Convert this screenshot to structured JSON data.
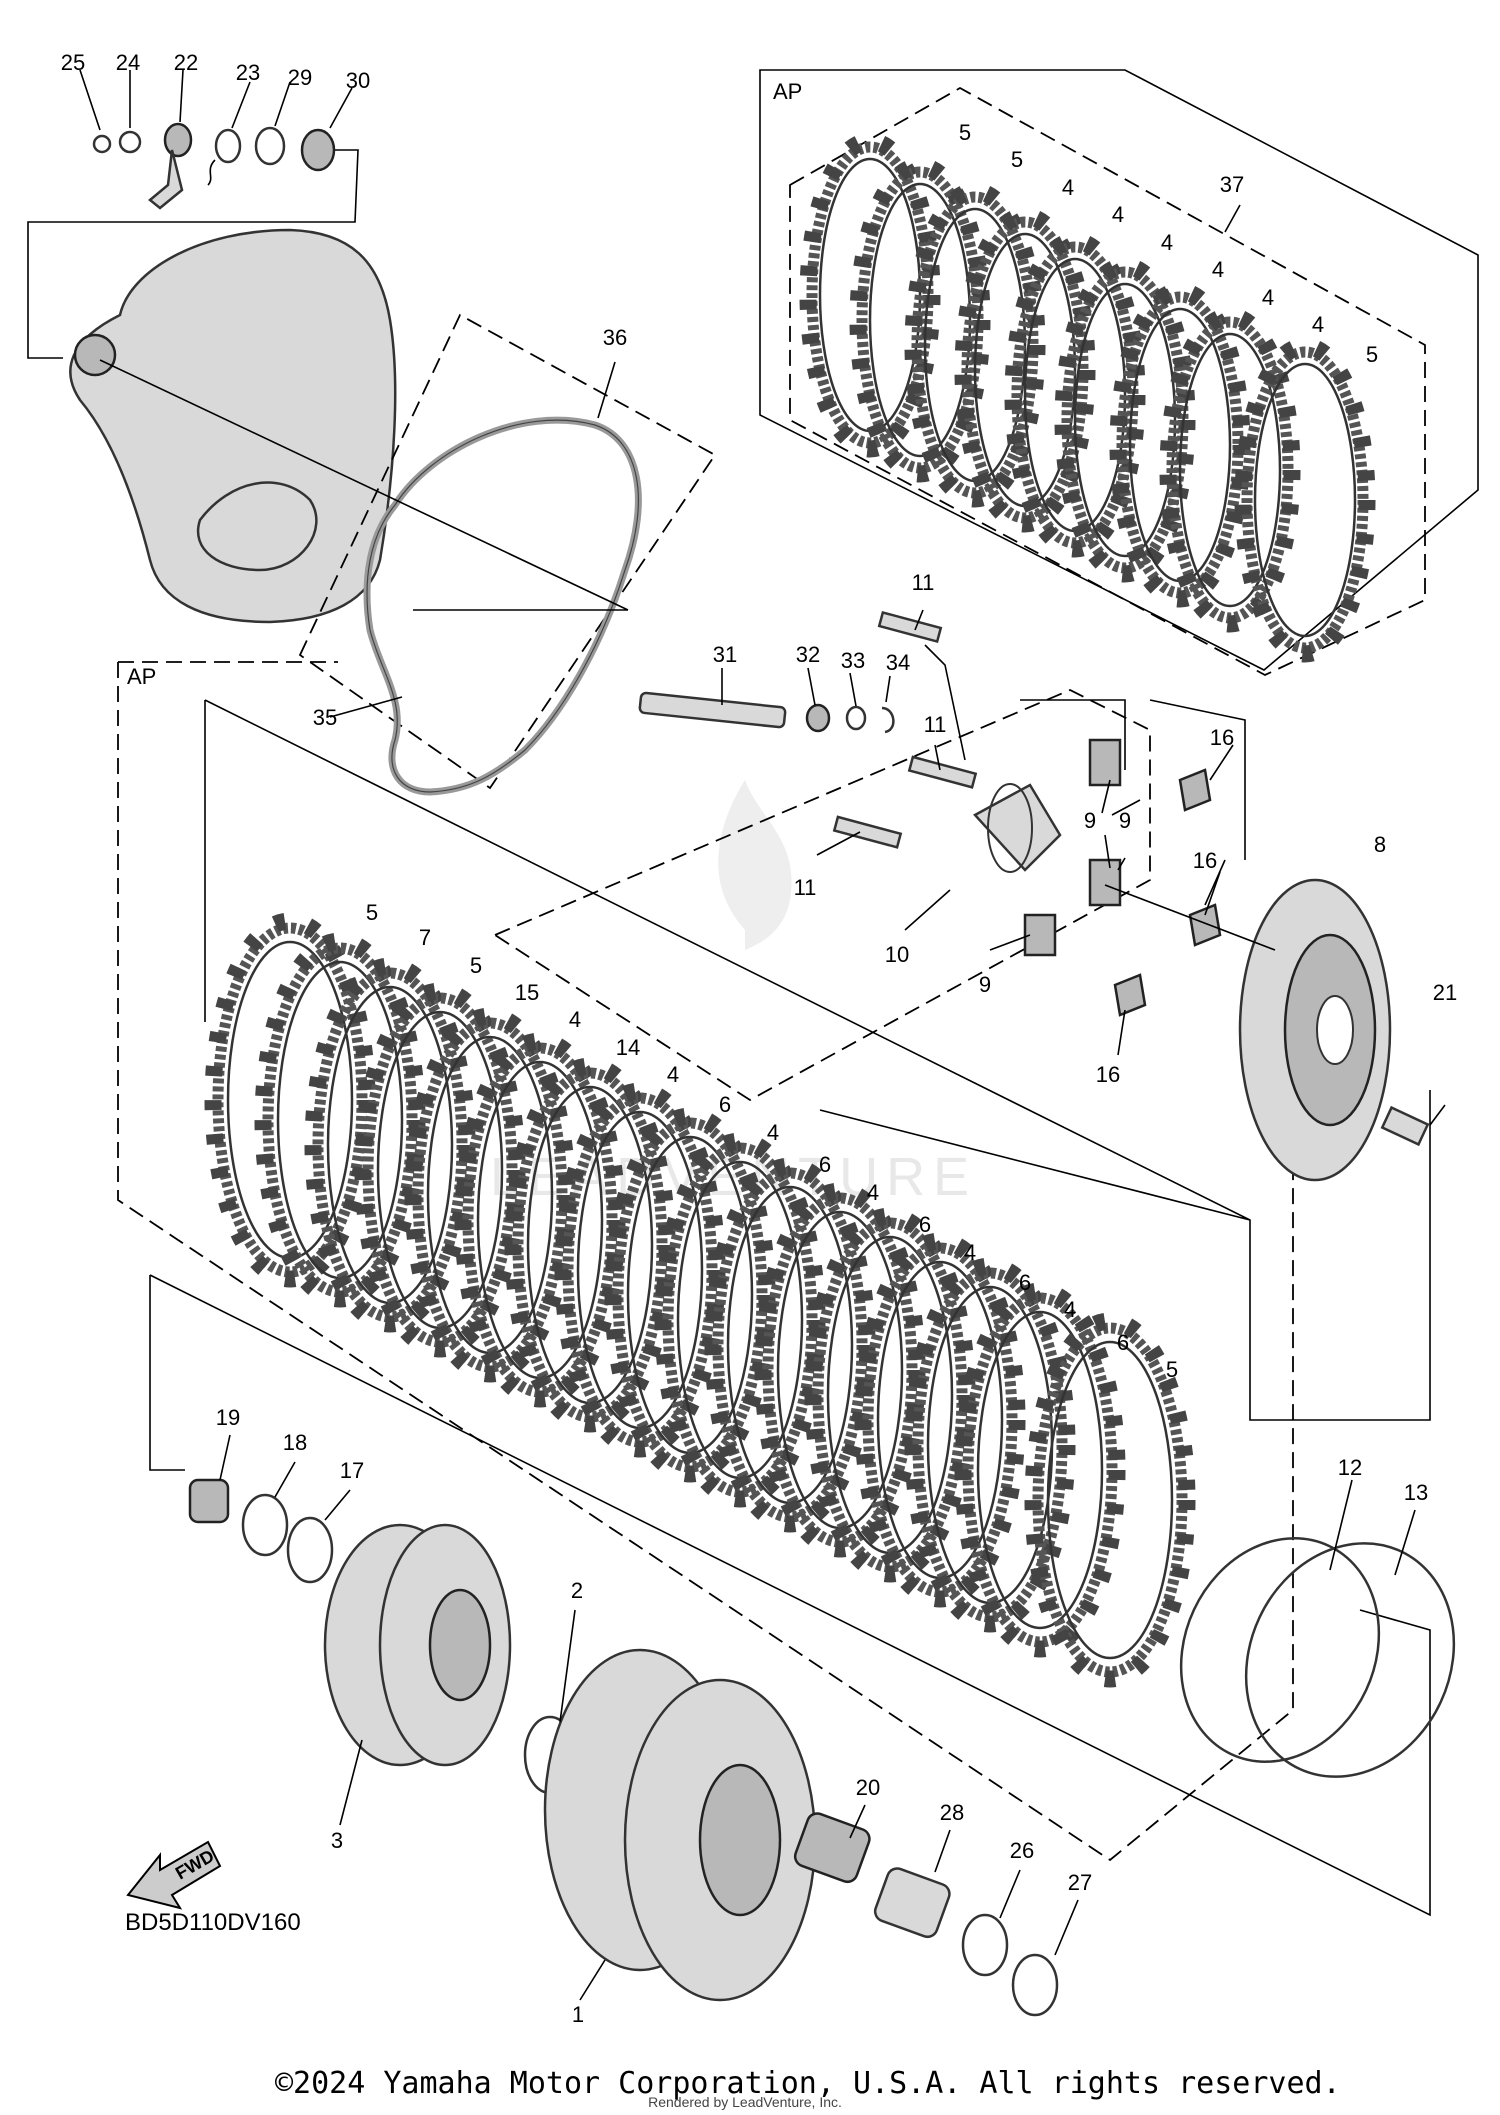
{
  "diagram": {
    "code": "BD5D110DV160",
    "copyright": "©2024 Yamaha Motor Corporation, U.S.A. All rights reserved.",
    "rendered_by": "Rendered by LeadVenture, Inc.",
    "fwd_label": "FWD",
    "watermark": "LEADVENTURE",
    "ap_labels": [
      "AP",
      "AP"
    ],
    "callouts": [
      {
        "id": "c25",
        "text": "25"
      },
      {
        "id": "c24",
        "text": "24"
      },
      {
        "id": "c22",
        "text": "22"
      },
      {
        "id": "c23",
        "text": "23"
      },
      {
        "id": "c29",
        "text": "29"
      },
      {
        "id": "c30",
        "text": "30"
      },
      {
        "id": "c36",
        "text": "36"
      },
      {
        "id": "c35",
        "text": "35"
      },
      {
        "id": "c31",
        "text": "31"
      },
      {
        "id": "c32",
        "text": "32"
      },
      {
        "id": "c33",
        "text": "33"
      },
      {
        "id": "c34",
        "text": "34"
      },
      {
        "id": "c11a",
        "text": "11"
      },
      {
        "id": "c11b",
        "text": "11"
      },
      {
        "id": "c11c",
        "text": "11"
      },
      {
        "id": "c9a",
        "text": "9"
      },
      {
        "id": "c9b",
        "text": "9"
      },
      {
        "id": "c9c",
        "text": "9"
      },
      {
        "id": "c10",
        "text": "10"
      },
      {
        "id": "c8",
        "text": "8"
      },
      {
        "id": "c16a",
        "text": "16"
      },
      {
        "id": "c16b",
        "text": "16"
      },
      {
        "id": "c16c",
        "text": "16"
      },
      {
        "id": "c21",
        "text": "21"
      },
      {
        "id": "c37",
        "text": "37"
      },
      {
        "id": "t5a",
        "text": "5"
      },
      {
        "id": "t5b",
        "text": "5"
      },
      {
        "id": "t4a",
        "text": "4"
      },
      {
        "id": "t4b",
        "text": "4"
      },
      {
        "id": "t4c",
        "text": "4"
      },
      {
        "id": "t4d",
        "text": "4"
      },
      {
        "id": "t4e",
        "text": "4"
      },
      {
        "id": "t4f",
        "text": "4"
      },
      {
        "id": "t5c",
        "text": "5"
      },
      {
        "id": "m5a",
        "text": "5"
      },
      {
        "id": "m7",
        "text": "7"
      },
      {
        "id": "m5b",
        "text": "5"
      },
      {
        "id": "m15",
        "text": "15"
      },
      {
        "id": "m4a",
        "text": "4"
      },
      {
        "id": "m14",
        "text": "14"
      },
      {
        "id": "m4b",
        "text": "4"
      },
      {
        "id": "m6a",
        "text": "6"
      },
      {
        "id": "m4c",
        "text": "4"
      },
      {
        "id": "m6b",
        "text": "6"
      },
      {
        "id": "m4d",
        "text": "4"
      },
      {
        "id": "m6c",
        "text": "6"
      },
      {
        "id": "m4e",
        "text": "4"
      },
      {
        "id": "m6d",
        "text": "6"
      },
      {
        "id": "m4f",
        "text": "4"
      },
      {
        "id": "m6e",
        "text": "6"
      },
      {
        "id": "m5c",
        "text": "5"
      },
      {
        "id": "c19",
        "text": "19"
      },
      {
        "id": "c18",
        "text": "18"
      },
      {
        "id": "c17",
        "text": "17"
      },
      {
        "id": "c2",
        "text": "2"
      },
      {
        "id": "c3",
        "text": "3"
      },
      {
        "id": "c1",
        "text": "1"
      },
      {
        "id": "c20",
        "text": "20"
      },
      {
        "id": "c28",
        "text": "28"
      },
      {
        "id": "c26",
        "text": "26"
      },
      {
        "id": "c27",
        "text": "27"
      },
      {
        "id": "c12",
        "text": "12"
      },
      {
        "id": "c13",
        "text": "13"
      }
    ]
  }
}
